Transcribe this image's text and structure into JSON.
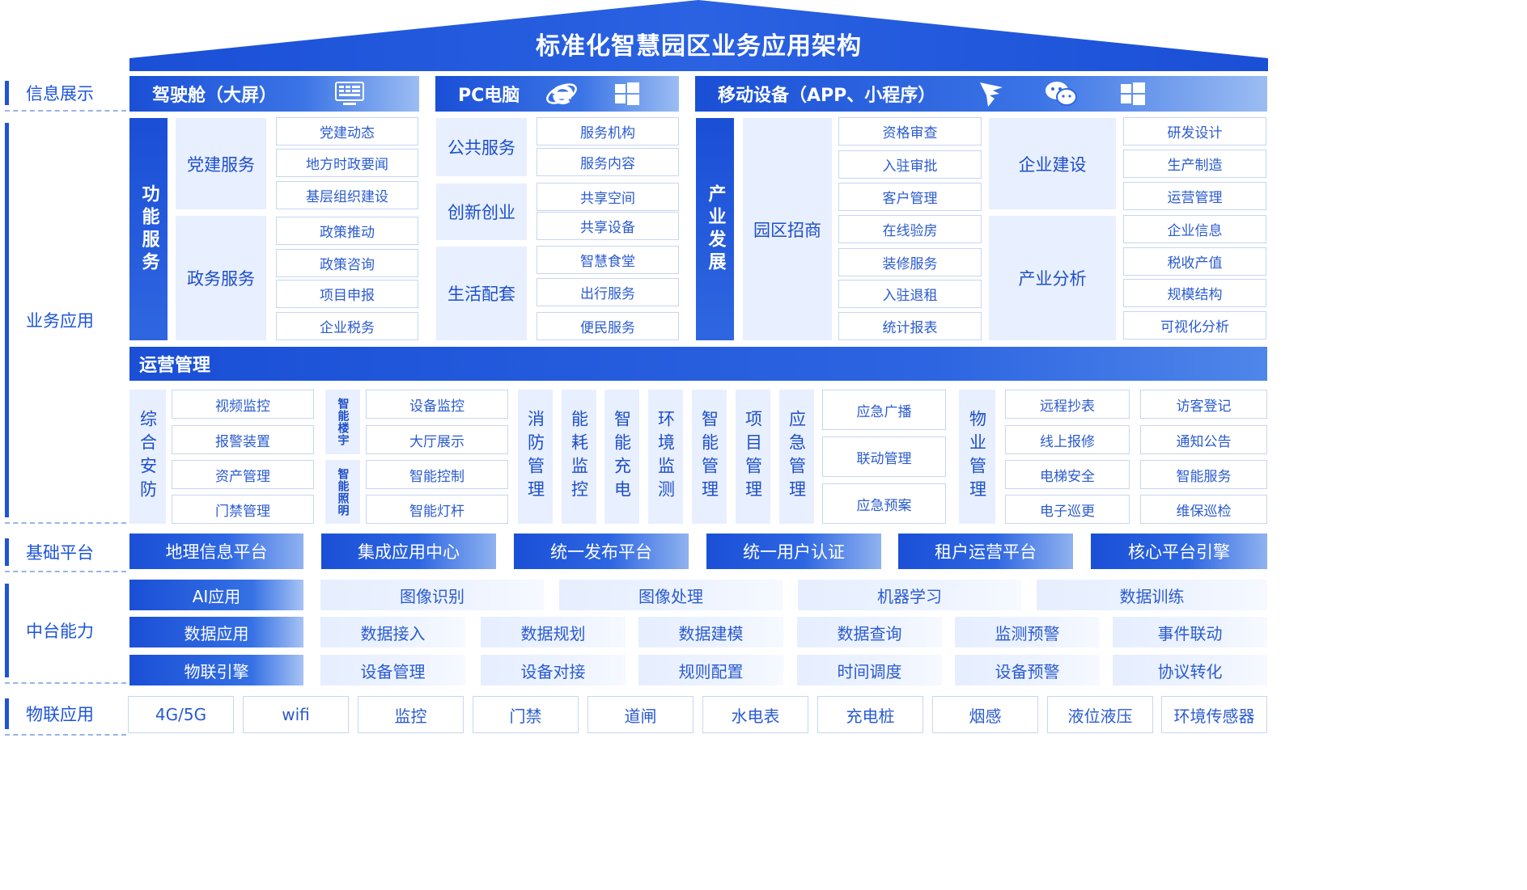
{
  "title": "标准化智慧园区业务应用架构",
  "side_labels": [
    "信息展示",
    "业务应用",
    "基础平台",
    "中台能力",
    "物联应用"
  ],
  "display": [
    {
      "label": "驾驶舱（大屏）",
      "icons": [
        "monitor-icon"
      ]
    },
    {
      "label": "PC电脑",
      "icons": [
        "ie-icon",
        "windows-icon"
      ]
    },
    {
      "label": "移动设备（APP、小程序）",
      "icons": [
        "app-bird-icon",
        "wechat-icon",
        "windows-icon"
      ]
    }
  ],
  "function_service": {
    "title": "功能服务",
    "groups": [
      {
        "name": "党建服务",
        "items": [
          "党建动态",
          "地方时政要闻",
          "基层组织建设"
        ]
      },
      {
        "name": "政务服务",
        "items": [
          "政策推动",
          "政策咨询",
          "项目申报",
          "企业税务"
        ]
      }
    ],
    "pc_groups": [
      {
        "name": "公共服务",
        "items": [
          "服务机构",
          "服务内容"
        ]
      },
      {
        "name": "创新创业",
        "items": [
          "共享空间",
          "共享设备"
        ]
      },
      {
        "name": "生活配套",
        "items": [
          "智慧食堂",
          "出行服务",
          "便民服务"
        ]
      }
    ]
  },
  "industry": {
    "title": "产业发展",
    "recruit": {
      "name": "园区招商",
      "items": [
        "资格审查",
        "入驻审批",
        "客户管理",
        "在线验房",
        "装修服务",
        "入驻退租",
        "统计报表"
      ]
    },
    "groups": [
      {
        "name": "企业建设",
        "items": [
          "研发设计",
          "生产制造",
          "运营管理"
        ]
      },
      {
        "name": "产业分析",
        "items": [
          "企业信息",
          "税收产值",
          "规模结构",
          "可视化分析"
        ]
      }
    ]
  },
  "operations": {
    "title": "运营管理",
    "security": {
      "name": "综合安防",
      "items": [
        "视频监控",
        "报警装置",
        "资产管理",
        "门禁管理"
      ]
    },
    "smart_building": {
      "name": "智能楼宇",
      "items": [
        "设备监控",
        "大厅展示"
      ]
    },
    "smart_lighting": {
      "name": "智能照明",
      "items": [
        "智能控制",
        "智能灯杆"
      ]
    },
    "columns": [
      "消防管理",
      "能耗监控",
      "智能充电",
      "环境监测",
      "智能管理",
      "项目管理",
      "应急管理"
    ],
    "emergency_items": [
      "应急广播",
      "联动管理",
      "应急预案"
    ],
    "property": {
      "name": "物业管理",
      "col1": [
        "远程抄表",
        "线上报修",
        "电梯安全",
        "电子巡更"
      ],
      "col2": [
        "访客登记",
        "通知公告",
        "智能服务",
        "维保巡检"
      ]
    }
  },
  "base_platform": [
    "地理信息平台",
    "集成应用中心",
    "统一发布平台",
    "统一用户认证",
    "租户运营平台",
    "核心平台引擎"
  ],
  "middle": {
    "rows": [
      {
        "name": "AI应用",
        "items": [
          "图像识别",
          "图像处理",
          "机器学习",
          "数据训练"
        ]
      },
      {
        "name": "数据应用",
        "items": [
          "数据接入",
          "数据规划",
          "数据建模",
          "数据查询",
          "监测预警",
          "事件联动"
        ]
      },
      {
        "name": "物联引擎",
        "items": [
          "设备管理",
          "设备对接",
          "规则配置",
          "时间调度",
          "设备预警",
          "协议转化"
        ]
      }
    ]
  },
  "iot": [
    "4G/5G",
    "wifi",
    "监控",
    "门禁",
    "道闸",
    "水电表",
    "充电桩",
    "烟感",
    "液位液压",
    "环境传感器"
  ],
  "colors": {
    "primary": "#1a4fd6",
    "light": "#e8efff",
    "border": "#c7d5f4"
  }
}
